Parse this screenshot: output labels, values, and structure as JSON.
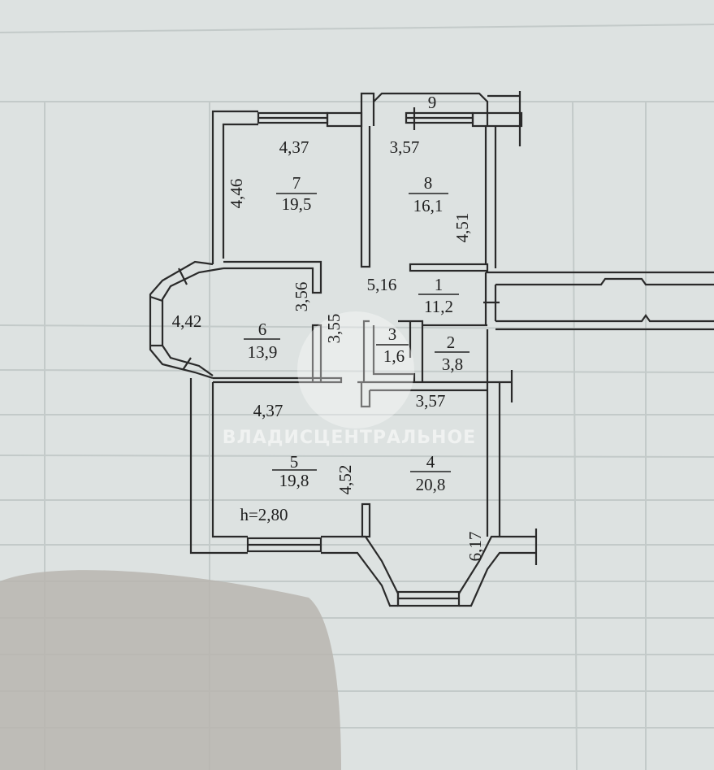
{
  "plan": {
    "ceiling_height": "h=2,80",
    "watermark": "ВЛАДИСЦЕНТРАЛЬНОЕ",
    "rooms": [
      {
        "id": "1",
        "area": "11,2"
      },
      {
        "id": "2",
        "area": "3,8"
      },
      {
        "id": "3",
        "area": "1,6"
      },
      {
        "id": "4",
        "area": "20,8"
      },
      {
        "id": "5",
        "area": "19,8"
      },
      {
        "id": "6",
        "area": "13,9"
      },
      {
        "id": "7",
        "area": "19,5"
      },
      {
        "id": "8",
        "area": "16,1"
      },
      {
        "id": "9"
      }
    ],
    "dimensions": [
      "4,37",
      "3,57",
      "4,46",
      "4,51",
      "5,16",
      "3,56",
      "3,55",
      "4,42",
      "4,37",
      "3,57",
      "4,52",
      "6,17"
    ]
  },
  "colors": {
    "paper": "#d9dedd",
    "line": "#2a2a2a",
    "shadow": "#b8b4ae"
  }
}
